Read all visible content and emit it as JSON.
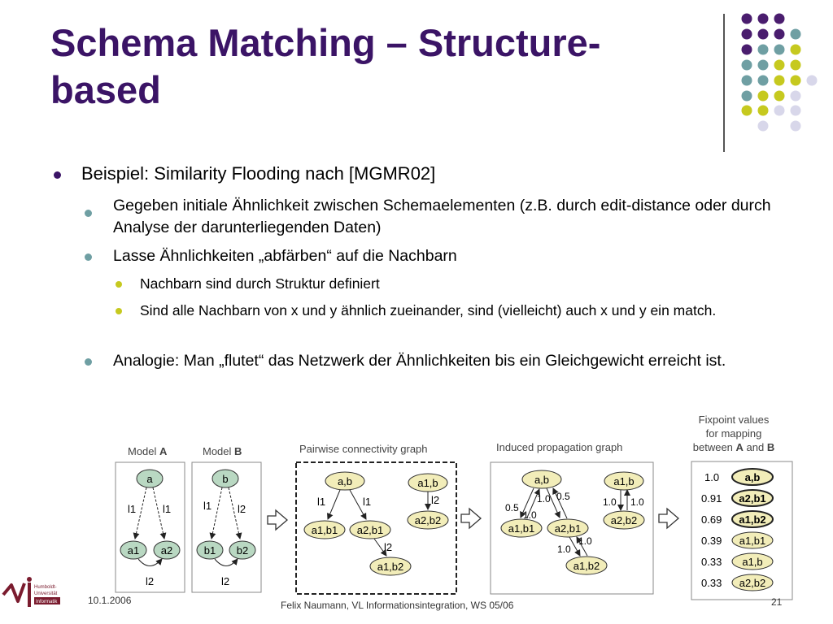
{
  "slide": {
    "title": "Schema Matching – Structure-based",
    "colors": {
      "title": "#3b1466",
      "dark_purple": "#4a1d6e",
      "teal": "#6f9fa3",
      "yellow_green": "#c6c91f",
      "lavender": "#d8d7ea"
    }
  },
  "bullets": {
    "b1": "Beispiel: Similarity Flooding nach [MGMR02]",
    "b1_1": "Gegeben initiale Ähnlichkeit zwischen Schemaelementen (z.B. durch edit-distance oder durch Analyse der darunterliegenden Daten)",
    "b1_2": "Lasse Ähnlichkeiten „abfärben“ auf die Nachbarn",
    "b1_2_1": "Nachbarn sind durch Struktur definiert",
    "b1_2_2": "Sind alle Nachbarn von x und y ähnlich zueinander, sind (vielleicht) auch x und y ein match.",
    "b1_3": "Analogie: Man „flutet“ das Netzwerk der Ähnlichkeiten bis ein Gleichgewicht erreicht ist."
  },
  "figure": {
    "model_a": {
      "caption_prefix": "Model ",
      "caption_letter": "A",
      "nodes": [
        "a",
        "a1",
        "a2"
      ],
      "edges": [
        "l1",
        "l1",
        "l2"
      ]
    },
    "model_b": {
      "caption_prefix": "Model ",
      "caption_letter": "B",
      "nodes": [
        "b",
        "b1",
        "b2"
      ],
      "edges": [
        "l1",
        "l2",
        "l2"
      ]
    },
    "pcg": {
      "caption": "Pairwise connectivity graph",
      "nodes": [
        "a,b",
        "a1,b1",
        "a2,b1",
        "a1,b2",
        "a1,b",
        "a2,b2"
      ],
      "edges": [
        "l1",
        "l1",
        "l2",
        "l2"
      ]
    },
    "ipg": {
      "caption": "Induced propagation  graph",
      "nodes": [
        "a,b",
        "a1,b1",
        "a2,b1",
        "a1,b2",
        "a1,b",
        "a2,b2"
      ],
      "weights": [
        "0.5",
        "1.0",
        "0.5",
        "1.0",
        "1.0",
        "1.0",
        "1.0",
        "1.0"
      ]
    },
    "fixpoint": {
      "caption_line1": "Fixpoint values",
      "caption_line2": "for mapping",
      "caption_line3_prefix": "between ",
      "caption_line3_a": "A",
      "caption_line3_mid": " and ",
      "caption_line3_b": "B",
      "rows": [
        {
          "value": "1.0",
          "pair": "a,b"
        },
        {
          "value": "0.91",
          "pair": "a2,b1"
        },
        {
          "value": "0.69",
          "pair": "a1,b2"
        },
        {
          "value": "0.39",
          "pair": "a1,b1"
        },
        {
          "value": "0.33",
          "pair": "a1,b"
        },
        {
          "value": "0.33",
          "pair": "a2,b2"
        }
      ]
    }
  },
  "footer": {
    "date": "10.1.2006",
    "center": "Felix Naumann, VL Informationsintegration, WS 05/06",
    "page": "21",
    "logo_line1": "Humboldt-",
    "logo_line2": "Universität",
    "logo_line3": "Informatik"
  }
}
